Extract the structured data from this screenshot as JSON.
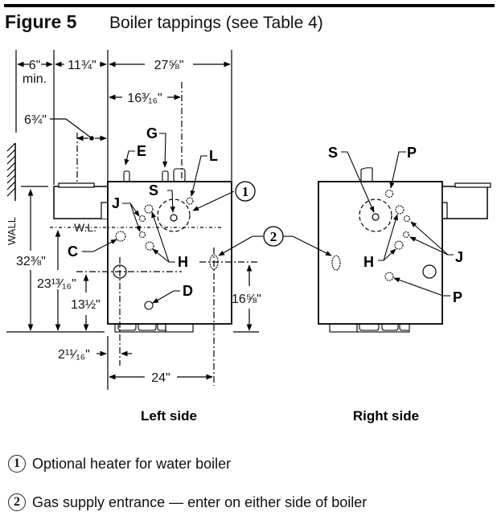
{
  "figure": {
    "number": "Figure 5",
    "caption": "Boiler tappings (see Table 4)"
  },
  "dimensions": {
    "wall_clearance": "6\"",
    "wall_clearance_note": "min.",
    "jacket_offset": "11¾\"",
    "overall_width": "27⅝\"",
    "supply_offset": "16³⁄₁₆\"",
    "flue_offset": "6¾\"",
    "total_height": "32⅜\"",
    "water_line_height": "23¹³⁄₁₆\"",
    "return_height": "13½\"",
    "gas_height": "16⅝\"",
    "front_offset": "2¹¹⁄₁₆\"",
    "depth": "24\""
  },
  "labels": {
    "wall": "WALL",
    "water_line": "W.L.",
    "left": {
      "E": "E",
      "G": "G",
      "L": "L",
      "S": "S",
      "J": "J",
      "C": "C",
      "H": "H",
      "D": "D"
    },
    "right": {
      "S": "S",
      "P_top": "P",
      "H": "H",
      "J": "J",
      "P_bottom": "P"
    },
    "callout_1": "1",
    "callout_2": "2"
  },
  "views": {
    "left_title": "Left side",
    "right_title": "Right side"
  },
  "legend": [
    {
      "num": "1",
      "text": "Optional heater for water boiler"
    },
    {
      "num": "2",
      "text": "Gas supply entrance — enter on either side of boiler"
    }
  ]
}
